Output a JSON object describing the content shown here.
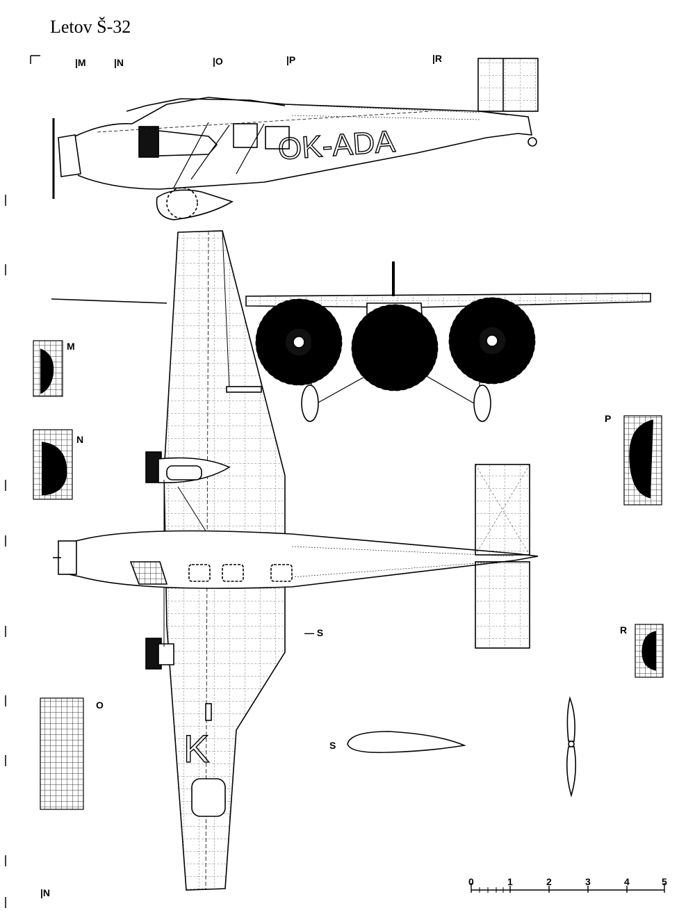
{
  "title": "Letov Š-32",
  "registration": "OK-ADA",
  "wing_marking": "K",
  "section_markers": {
    "m": "M",
    "n": "N",
    "o": "O",
    "p": "P",
    "r": "R",
    "s": "S"
  },
  "scale_bar": {
    "ticks": [
      "0",
      "1",
      "2",
      "3",
      "4",
      "5"
    ]
  },
  "colors": {
    "ink": "#000000",
    "paper": "#ffffff"
  }
}
